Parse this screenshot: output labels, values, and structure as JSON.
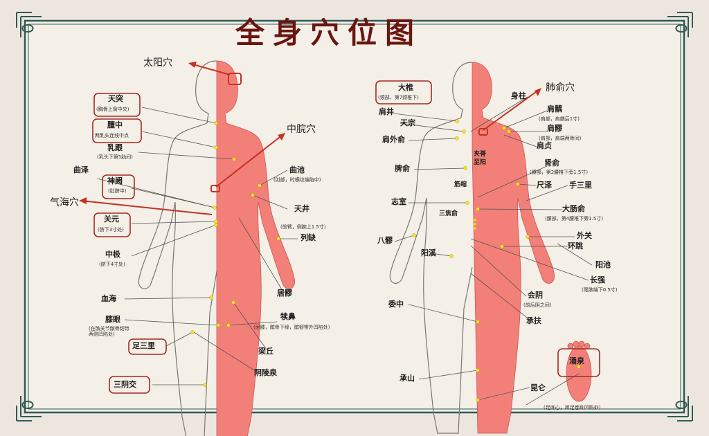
{
  "title": "全身穴位图",
  "colors": {
    "accent": "#c43222",
    "body_fill": "#f27f78",
    "frame": "#2f5a55",
    "background": "#f3eee6"
  },
  "front": {
    "labels": [
      {
        "name": "天突",
        "note": "(胸骨上窝中央)",
        "highlighted": true
      },
      {
        "name": "膻中",
        "note": "两乳头连线中点",
        "highlighted": true
      },
      {
        "name": "乳跟",
        "note": "(乳头下第5肋间)"
      },
      {
        "name": "曲泽",
        "note": ""
      },
      {
        "name": "神阙",
        "note": "(肚脐中)",
        "highlighted": true
      },
      {
        "name": "关元",
        "note": "(脐下3寸处)",
        "highlighted": true
      },
      {
        "name": "中极",
        "note": "(脐下4寸处)"
      },
      {
        "name": "血海",
        "note": ""
      },
      {
        "name": "膝眼",
        "note": "(在髌关节髌骨韧带两侧凹陷处)"
      },
      {
        "name": "足三里",
        "note": "",
        "highlighted": true
      },
      {
        "name": "三阴交",
        "note": "",
        "highlighted": true
      },
      {
        "name": "曲池",
        "note": "(肘部，时横纹端陷中)"
      },
      {
        "name": "天井",
        "note": ""
      },
      {
        "name": "列缺",
        "note": "(前臂，侧腕上1.5寸)"
      },
      {
        "name": "居髎",
        "note": ""
      },
      {
        "name": "犊鼻",
        "note": "(屈膝，髌骨下缘，髌韧带外凹陷处)"
      },
      {
        "name": "梁丘",
        "note": ""
      },
      {
        "name": "阴陵泉",
        "note": ""
      }
    ],
    "callouts": [
      "太阳穴",
      "中脘穴",
      "气海穴"
    ]
  },
  "back": {
    "labels": [
      {
        "name": "大椎",
        "note": "(颈部，第7颈椎下)",
        "highlighted": true
      },
      {
        "name": "肩井",
        "note": ""
      },
      {
        "name": "天宗",
        "note": ""
      },
      {
        "name": "肩外俞",
        "note": ""
      },
      {
        "name": "脾俞",
        "note": ""
      },
      {
        "name": "志室",
        "note": ""
      },
      {
        "name": "八髎",
        "note": ""
      },
      {
        "name": "阳溪",
        "note": ""
      },
      {
        "name": "委中",
        "note": ""
      },
      {
        "name": "承山",
        "note": ""
      },
      {
        "name": "身柱",
        "note": ""
      },
      {
        "name": "肩髃",
        "note": "(肩部，肩髃后1寸)"
      },
      {
        "name": "肩髎",
        "note": "(肩部，肩端两骨间)"
      },
      {
        "name": "肩贞",
        "note": ""
      },
      {
        "name": "夹脊",
        "note": ""
      },
      {
        "name": "至阳",
        "note": ""
      },
      {
        "name": "筋缩",
        "note": ""
      },
      {
        "name": "三焦俞",
        "note": ""
      },
      {
        "name": "肾俞",
        "note": "(腰部，第2腰椎下旁1.5寸)"
      },
      {
        "name": "尺泽",
        "note": ""
      },
      {
        "name": "手三里",
        "note": ""
      },
      {
        "name": "大肠俞",
        "note": "(腰部，第4腰椎下旁1.5寸)"
      },
      {
        "name": "外关",
        "note": ""
      },
      {
        "name": "环跳",
        "note": ""
      },
      {
        "name": "阳池",
        "note": ""
      },
      {
        "name": "长强",
        "note": "(尾骸端下0.5寸)"
      },
      {
        "name": "会阴",
        "note": "(前后阴之间)"
      },
      {
        "name": "承扶",
        "note": ""
      },
      {
        "name": "昆仑",
        "note": ""
      },
      {
        "name": "涌泉",
        "note": "",
        "highlighted": true
      },
      {
        "name": "",
        "note": "(足底心，屈足卷趾凹陷处)"
      }
    ],
    "callouts": [
      "肺俞穴"
    ]
  }
}
